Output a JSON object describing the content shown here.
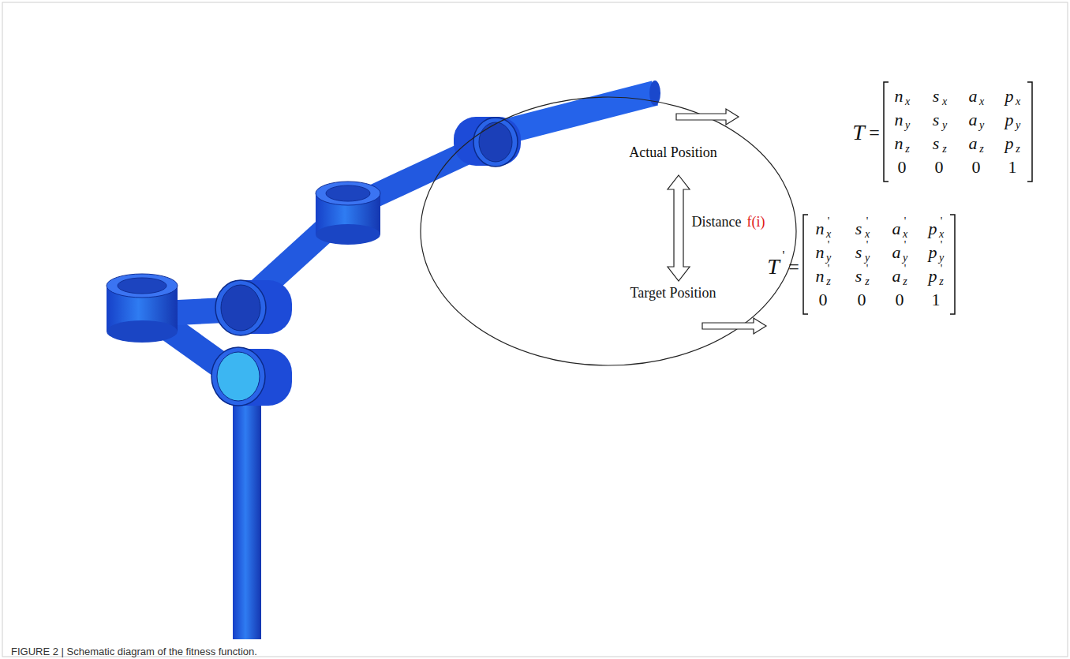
{
  "diagram": {
    "caption": "FIGURE 2 | Schematic diagram of the fitness function.",
    "labels": [
      "Actual Position",
      "Distance",
      "f(i)",
      "Target Position",
      "T",
      "=",
      "n",
      "x",
      "s",
      "x",
      "a",
      "x",
      "p",
      "x",
      "n",
      "y",
      "s",
      "y",
      "a",
      "y",
      "p",
      "y",
      "n",
      "z",
      "s",
      "z",
      "a",
      "z",
      "p",
      "z",
      "0",
      "0",
      "0",
      "1",
      "T",
      "'",
      "=",
      "n",
      "'",
      "x",
      "s",
      "'",
      "x",
      "a",
      "'",
      "x",
      "p",
      "'",
      "x",
      "n",
      "'",
      "y",
      "s",
      "'",
      "y",
      "a",
      "'",
      "y",
      "p",
      "'",
      "y",
      "n",
      "'",
      "z",
      "s",
      "'",
      "z",
      "a",
      "'",
      "z",
      "p",
      "'",
      "z",
      "0",
      "0",
      "0",
      "1"
    ]
  }
}
